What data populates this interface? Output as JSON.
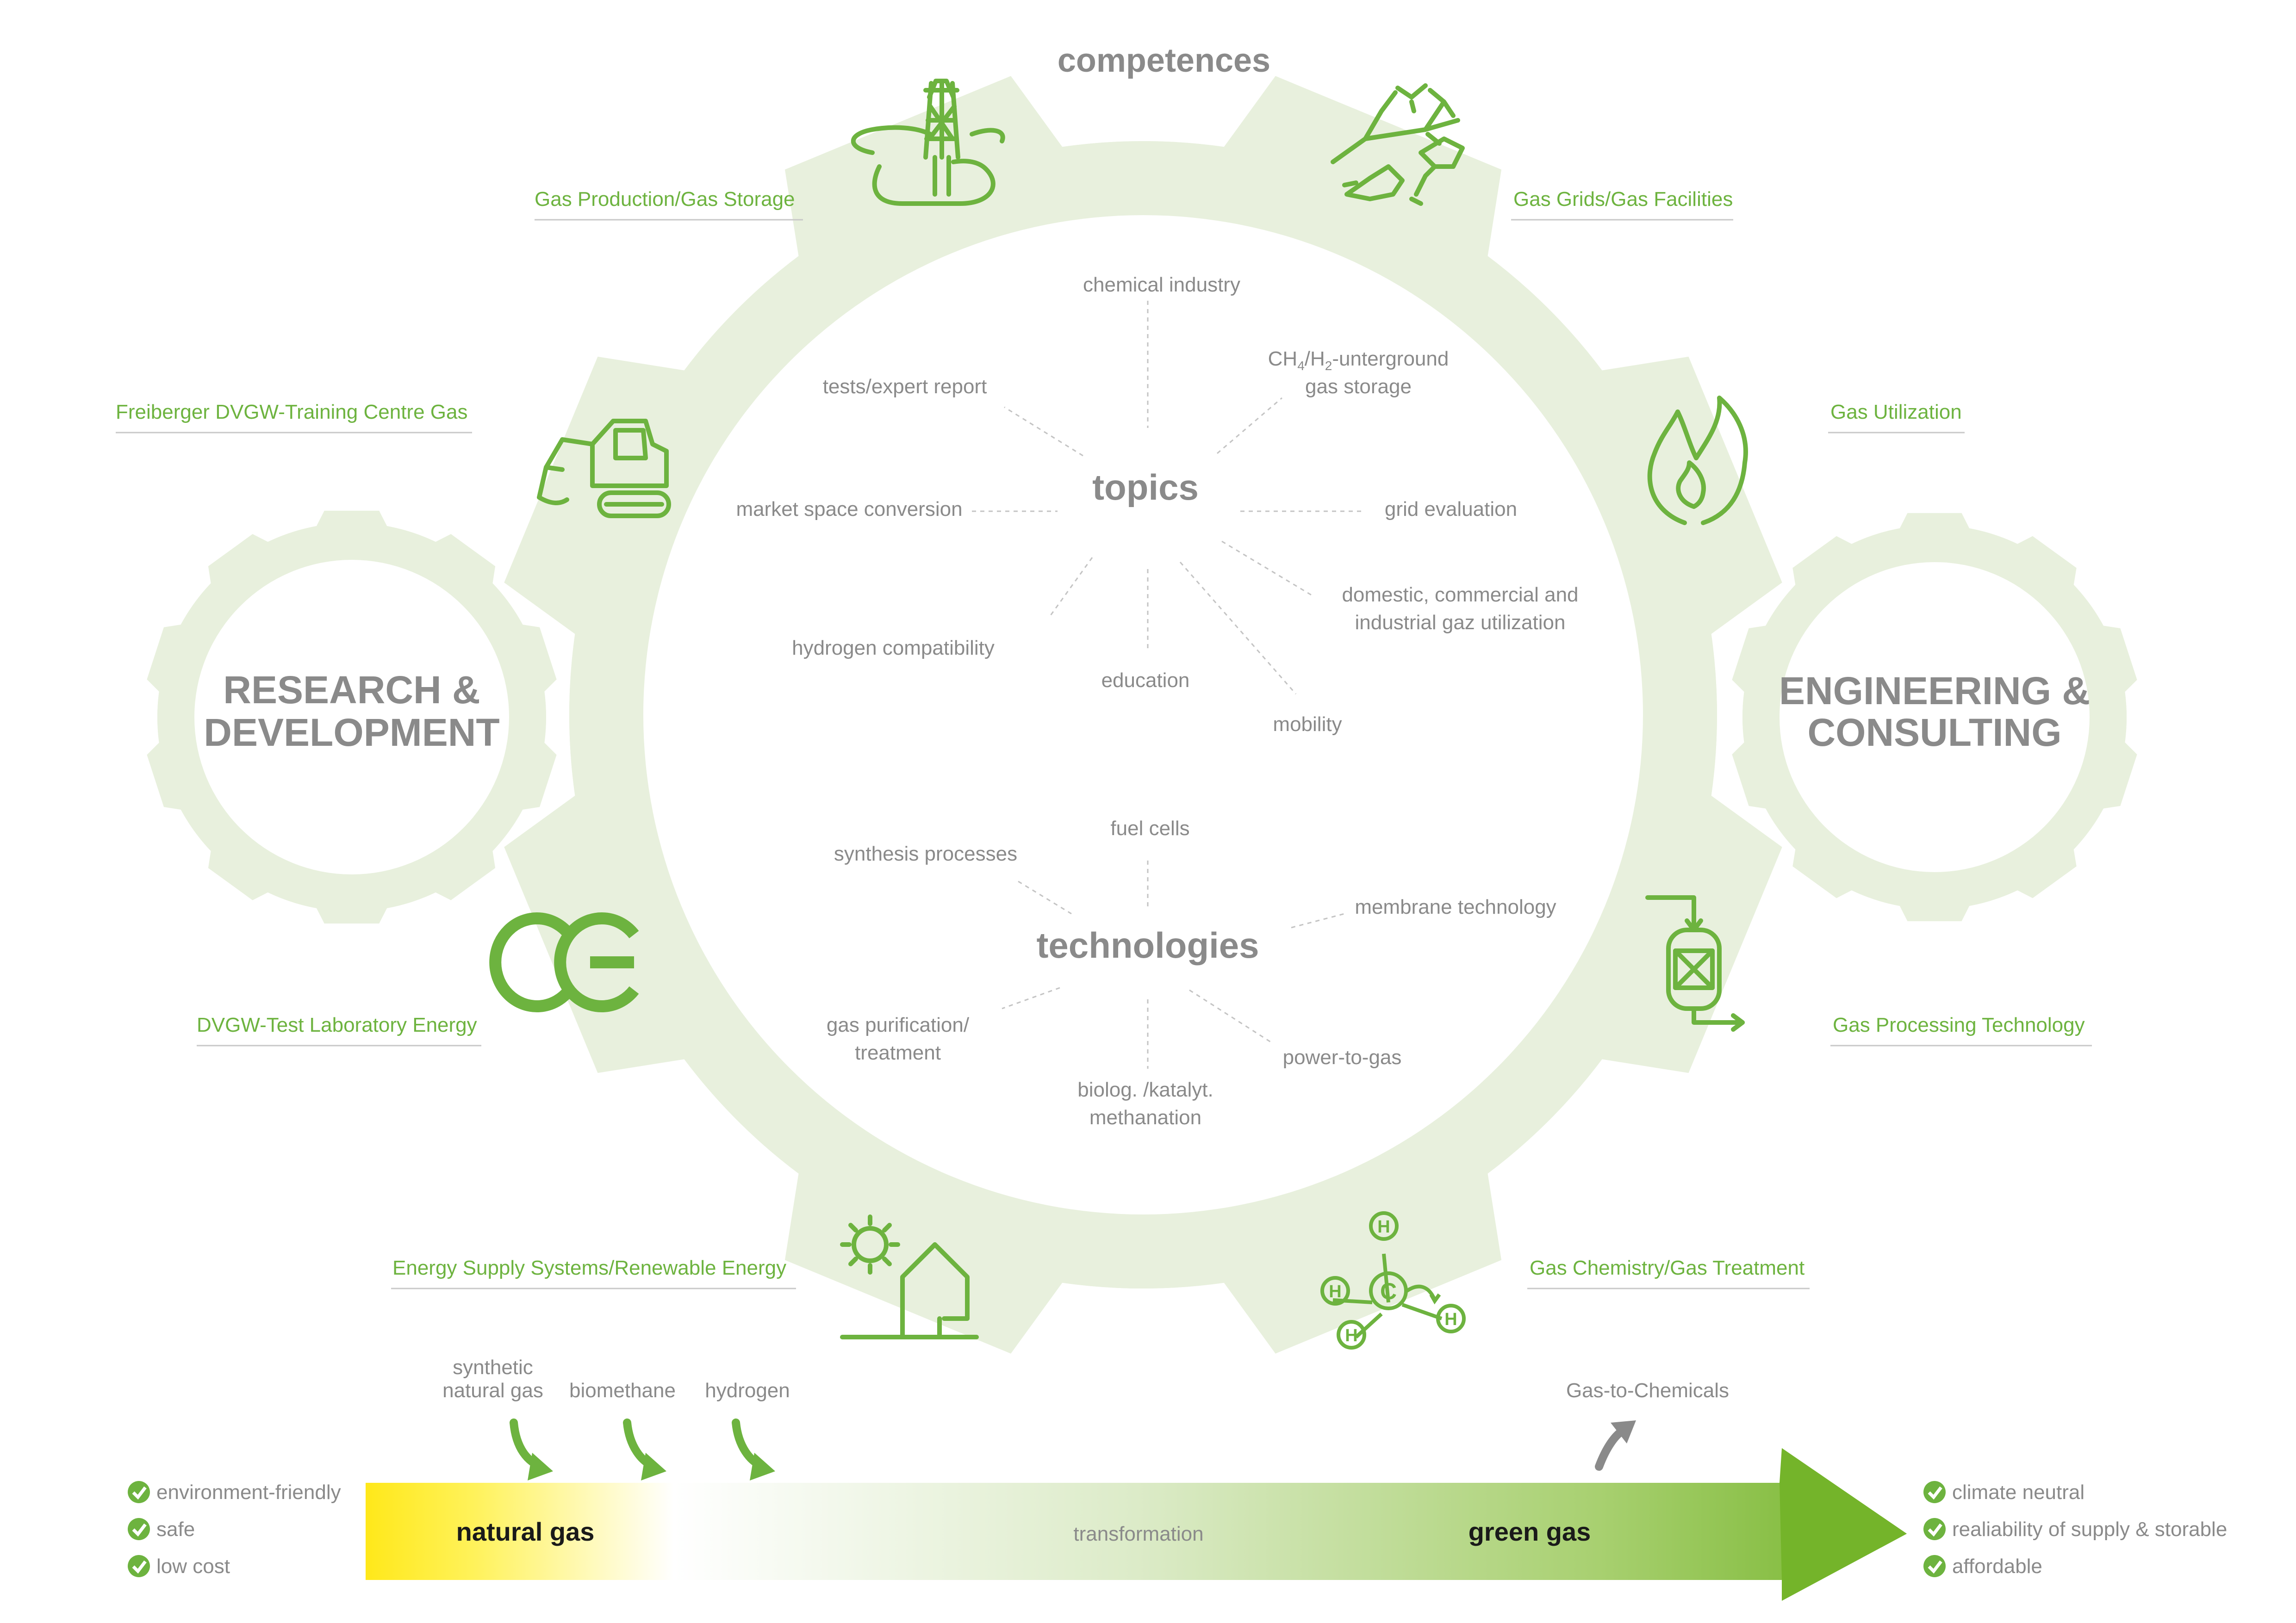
{
  "header": {
    "title": "competences"
  },
  "competences": {
    "gas_production": "Gas Production/Gas Storage",
    "gas_grids": "Gas Grids/Gas Facilities",
    "training_centre": "Freiberger DVGW-Training Centre Gas",
    "gas_utilization": "Gas Utilization",
    "test_laboratory": "DVGW-Test Laboratory Energy",
    "gas_processing": "Gas Processing Technology",
    "energy_supply": "Energy Supply Systems/Renewable Energy",
    "gas_chemistry": "Gas Chemistry/Gas Treatment"
  },
  "gears": {
    "left_line1": "RESEARCH &",
    "left_line2": "DEVELOPMENT",
    "right_line1": "ENGINEERING &",
    "right_line2": "CONSULTING"
  },
  "topics": {
    "title": "topics",
    "chemical_industry": "chemical industry",
    "storage_line1_a": "CH",
    "storage_line1_sub1": "4",
    "storage_line1_b": "/H",
    "storage_line1_sub2": "2",
    "storage_line1_c": "-unterground",
    "storage_line2": "gas storage",
    "tests": "tests/expert report",
    "market": "market space conversion",
    "grid": "grid evaluation",
    "domestic_line1": "domestic, commercial and",
    "domestic_line2": "industrial gaz utilization",
    "hydrogen_compat": "hydrogen compatibility",
    "education": "education",
    "mobility": "mobility"
  },
  "technologies": {
    "title": "technologies",
    "fuel_cells": "fuel cells",
    "synthesis": "synthesis processes",
    "membrane": "membrane technology",
    "purification_line1": "gas purification/",
    "purification_line2": "treatment",
    "power_to_gas": "power-to-gas",
    "methanation_line1": "biolog. /katalyt.",
    "methanation_line2": "methanation"
  },
  "inputs": {
    "synthetic_line1": "synthetic",
    "synthetic_line2": "natural gas",
    "biomethane": "biomethane",
    "hydrogen": "hydrogen",
    "gas_to_chemicals": "Gas-to-Chemicals"
  },
  "bar": {
    "start": "natural gas",
    "middle": "transformation",
    "end": "green gas"
  },
  "left_checks": [
    "environment-friendly",
    "safe",
    "low cost"
  ],
  "right_checks": [
    "climate neutral",
    "realiability of supply & storable",
    "affordable"
  ],
  "molecule": {
    "center": "C",
    "atom": "H"
  },
  "colors": {
    "accent": "#6db33f",
    "gear": "#e8f0dd",
    "text_gray": "#8a8a8a",
    "yellow": "#ffe81a",
    "green_dark": "#7ab52c"
  }
}
